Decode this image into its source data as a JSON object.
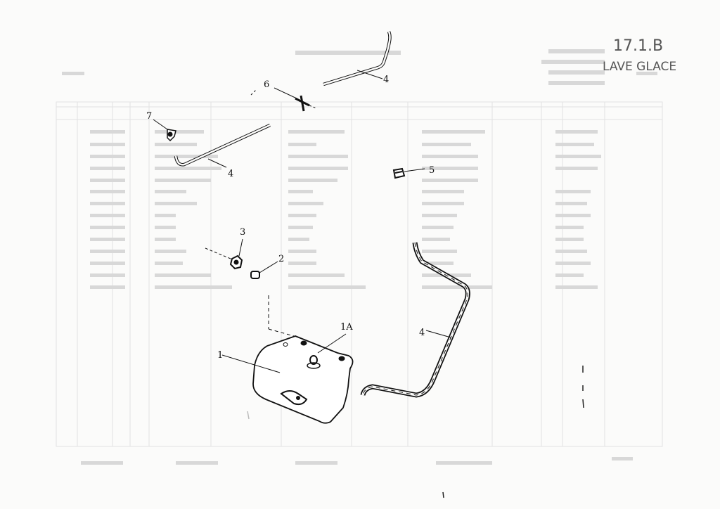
{
  "header": {
    "ref_code": "17.1.B",
    "title": "LAVE GLACE"
  },
  "callouts": [
    "1",
    "1A",
    "2",
    "3",
    "4",
    "4",
    "4",
    "5",
    "6",
    "7"
  ]
}
